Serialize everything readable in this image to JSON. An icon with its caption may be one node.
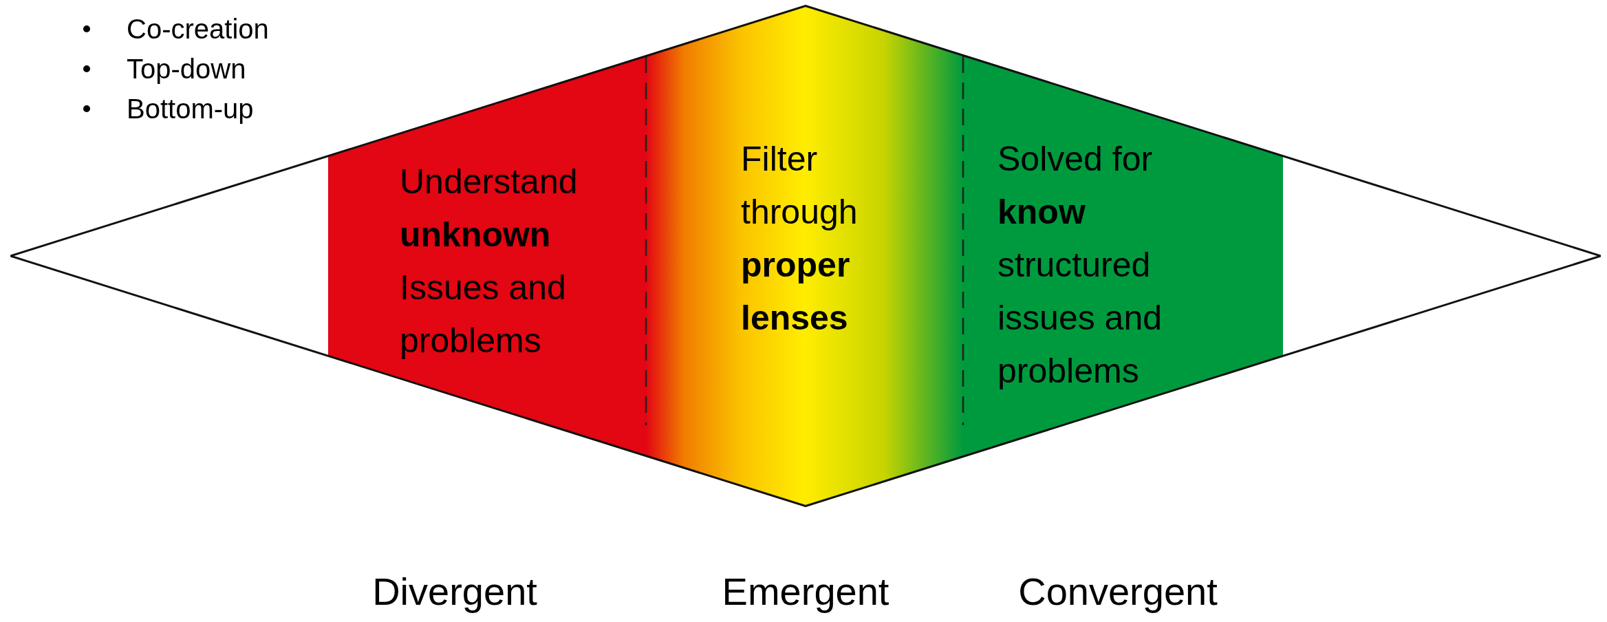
{
  "diagram": {
    "nodes": [
      {
        "text": [],
        "shape": "diamond"
      },
      {
        "text": [
          "Understand **unknown** Issues and problems"
        ],
        "in": 0,
        "beside": [
          "Divergent"
        ]
      },
      {
        "text": [
          "Filter through **proper lenses**"
        ],
        "in": 0,
        "beside": [
          "Emergent"
        ]
      },
      {
        "text": [
          "Solved for **know** structured issues and problems"
        ],
        "in": 0,
        "beside": [
          "Convergent"
        ]
      }
    ],
    "labels": [
      "Co-creation",
      "Top-down",
      "Bottom-up"
    ]
  }
}
